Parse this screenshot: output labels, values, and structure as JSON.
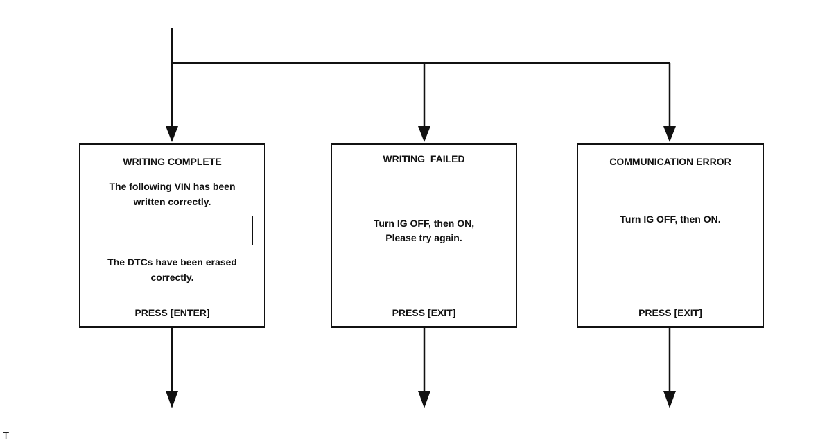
{
  "screens": [
    {
      "title": "WRITING COMPLETE",
      "message_line1": "The following VIN has been",
      "message_line2": "written correctly.",
      "vin_value": "",
      "note_line1": "The DTCs have been erased",
      "note_line2": "correctly.",
      "action": "PRESS [ENTER]"
    },
    {
      "title": "WRITING  FAILED",
      "message_line1": "Turn IG OFF, then ON,",
      "message_line2": "Please try again.",
      "action": "PRESS [EXIT]"
    },
    {
      "title": "COMMUNICATION ERROR",
      "message_line1": "Turn IG OFF, then ON.",
      "action": "PRESS [EXIT]"
    }
  ],
  "corner_mark": "T"
}
